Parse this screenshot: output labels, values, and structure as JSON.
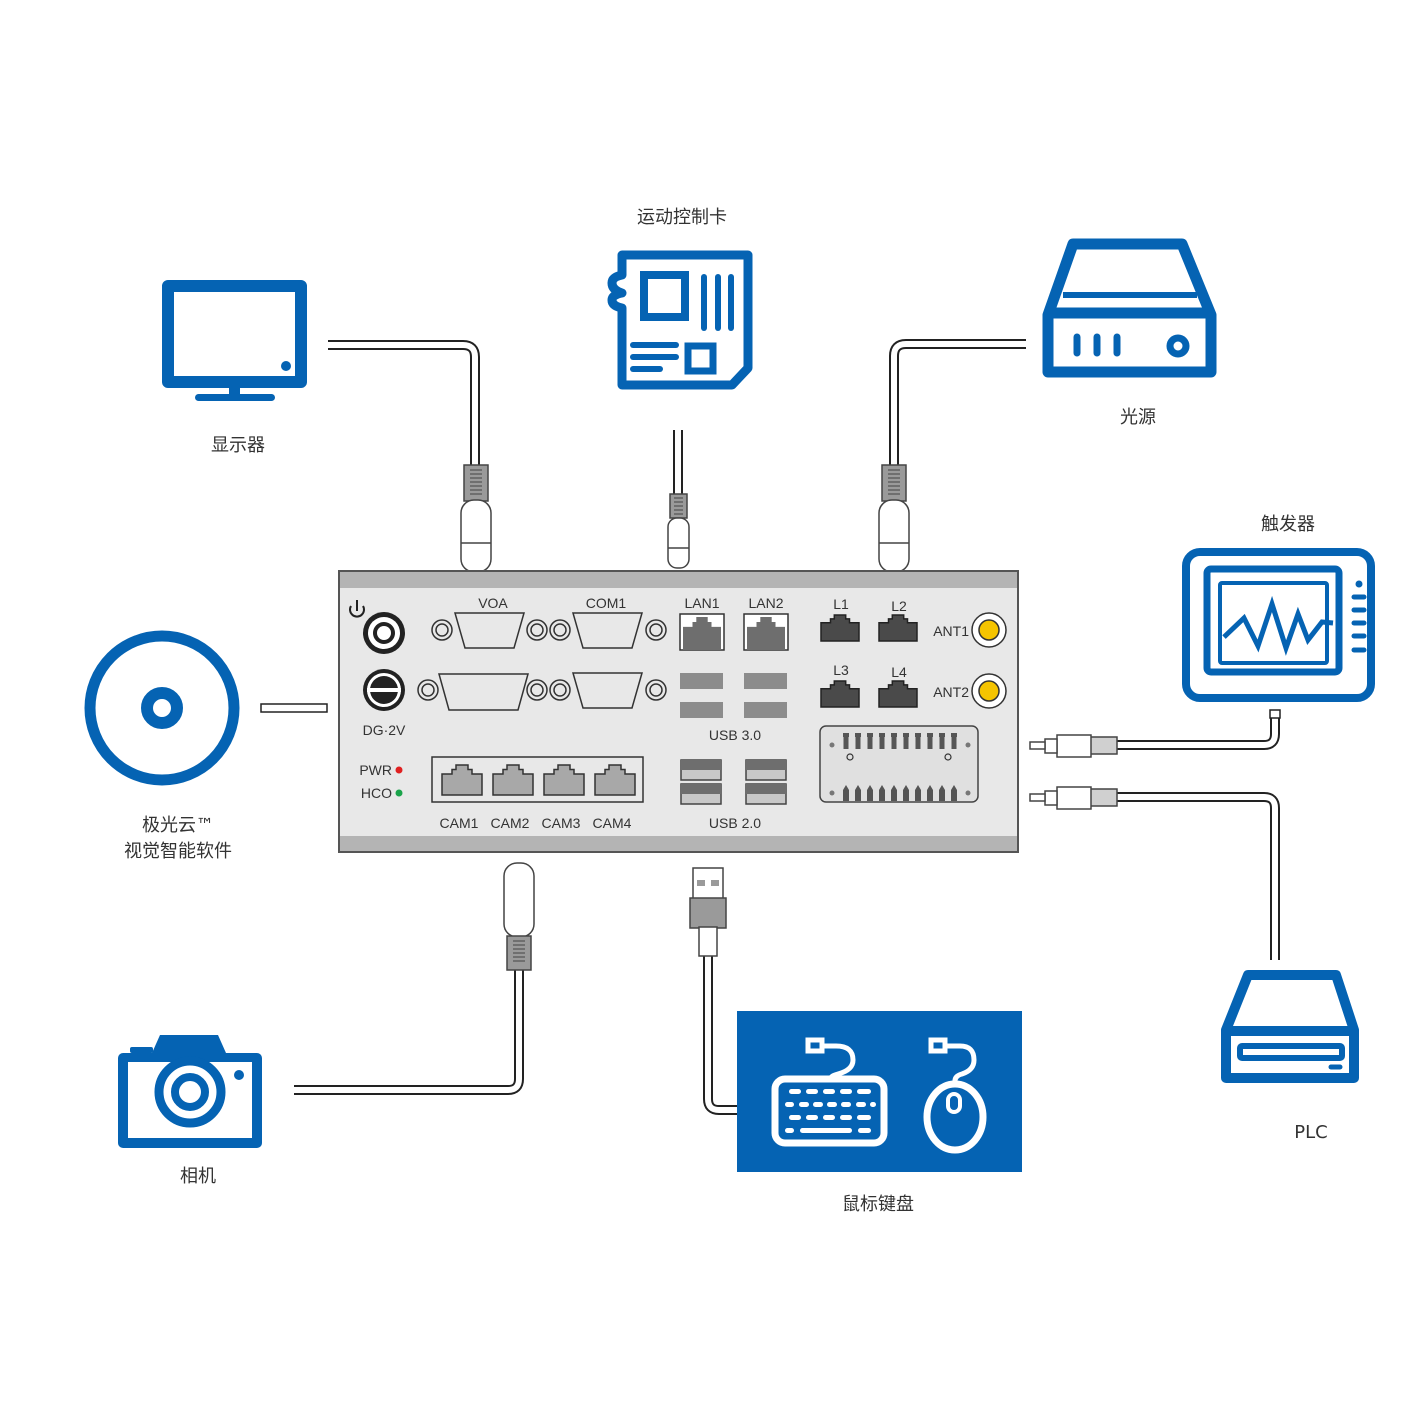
{
  "colors": {
    "brand_blue": "#0563b3",
    "device_body": "#e8e8e8",
    "device_band": "#b4b4b4",
    "port_dark": "#4a4a4a",
    "port_gray": "#8c8c8c",
    "led_red": "#e02020",
    "led_green": "#1aa34a",
    "antenna_yellow": "#f5c400"
  },
  "peripherals": {
    "monitor": {
      "label": "显示器",
      "icon": "monitor-icon"
    },
    "motion_card": {
      "label": "运动控制卡",
      "icon": "circuit-board-icon"
    },
    "light_source": {
      "label": "光源",
      "icon": "light-source-box-icon"
    },
    "trigger": {
      "label": "触发器",
      "icon": "waveform-screen-icon"
    },
    "software": {
      "label_line1": "极光云™",
      "label_line2": "视觉智能软件",
      "icon": "disc-icon"
    },
    "camera": {
      "label": "相机",
      "icon": "camera-icon"
    },
    "keyboard_mouse": {
      "label": "鼠标键盘",
      "icon": "keyboard-mouse-icon"
    },
    "plc": {
      "label": "PLC",
      "icon": "plc-drive-icon"
    }
  },
  "device": {
    "power_icon": "power-icon",
    "dc_label": "DG·2V",
    "leds": [
      {
        "label": "PWR",
        "color": "#e02020"
      },
      {
        "label": "HCO",
        "color": "#1aa34a"
      }
    ],
    "serial_ports": {
      "voa": "VOA",
      "com1": "COM1"
    },
    "lan_ports": [
      "LAN1",
      "LAN2"
    ],
    "l_ports": [
      "L1",
      "L2",
      "L3",
      "L4"
    ],
    "antennas": [
      "ANT1",
      "ANT2"
    ],
    "cam_ports": [
      "CAM1",
      "CAM2",
      "CAM3",
      "CAM4"
    ],
    "usb30_label": "USB 3.0",
    "usb20_label": "USB 2.0"
  }
}
